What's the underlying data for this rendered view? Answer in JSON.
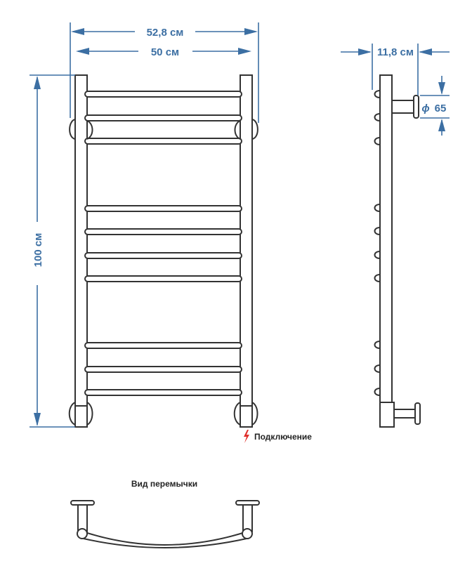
{
  "dimensions": {
    "overall_width": "52,8 см",
    "inner_width": "50 см",
    "height": "100 см",
    "depth": "11,8 см",
    "diameter": "65",
    "diameter_symbol": "ϕ"
  },
  "labels": {
    "connection": "Подключение",
    "jumper_view": "Вид перемычки"
  },
  "colors": {
    "dimension": "#3c6fa3",
    "outline": "#333333",
    "connection_icon": "#e0302c"
  },
  "icons": [
    "lightning-icon"
  ]
}
